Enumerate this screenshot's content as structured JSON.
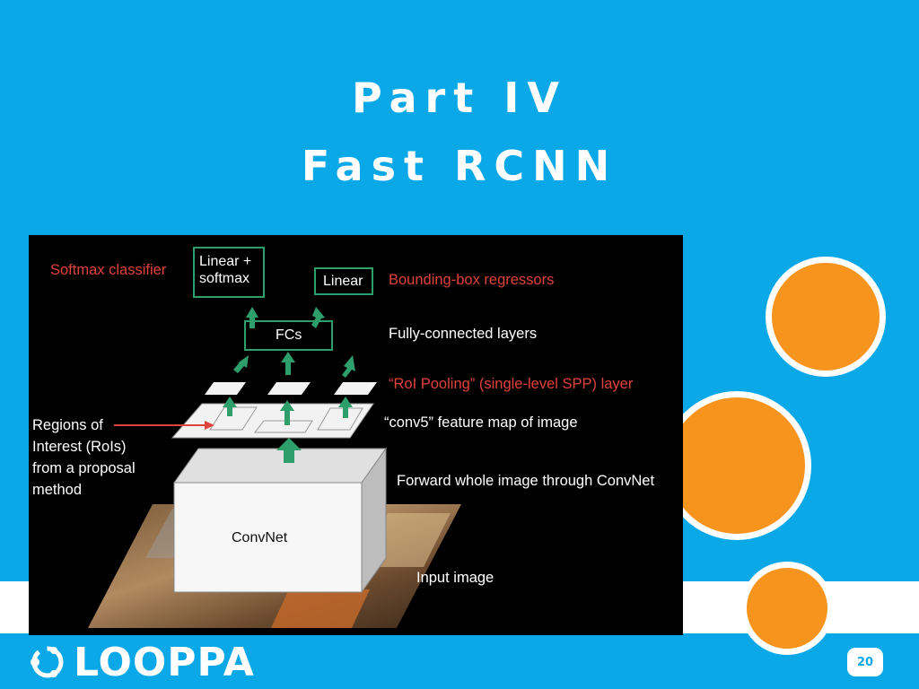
{
  "slide": {
    "title_line1": "Part IV",
    "title_line2": "Fast RCNN",
    "page_number": "20",
    "logo_text": "LOOPPA"
  },
  "diagram": {
    "box_linear_softmax": "Linear +\nsoftmax",
    "box_linear": "Linear",
    "box_fcs": "FCs",
    "box_convnet": "ConvNet",
    "label_softmax_classifier": "Softmax classifier",
    "label_bbox_regressors": "Bounding-box  regressors",
    "label_fc_layers": "Fully-connected layers",
    "label_roi_pooling": "“RoI Pooling”  (single-level SPP) layer",
    "label_conv5": "“conv5” feature map of image",
    "label_rois": "Regions of\nInterest (RoIs)\nfrom a proposal\nmethod",
    "label_forward": "Forward whole image through ConvNet",
    "label_input": "Input image"
  },
  "colors": {
    "background": "#0aa8e6",
    "accent_orange": "#f7941d",
    "box_green": "#2e9e6b",
    "label_red": "#e0423c"
  }
}
